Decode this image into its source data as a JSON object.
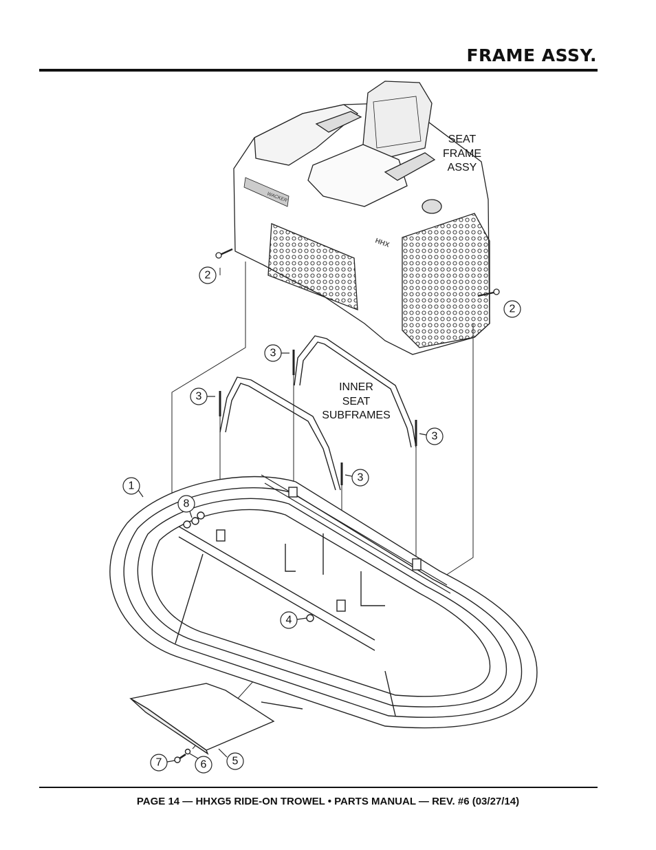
{
  "header": {
    "title": "FRAME ASSY."
  },
  "labels": {
    "seat_frame": [
      "SEAT",
      "FRAME",
      "ASSY"
    ],
    "inner_subframes": [
      "INNER",
      "SEAT",
      "SUBFRAMES"
    ],
    "seat_logo": "WACKER",
    "seat_model": "HHX"
  },
  "callouts": [
    "1",
    "2",
    "2",
    "3",
    "3",
    "3",
    "3",
    "4",
    "5",
    "6",
    "7",
    "8"
  ],
  "footer": {
    "text": "PAGE 14 — HHXG5 RIDE-ON TROWEL • PARTS MANUAL — REV. #6 (03/27/14)"
  }
}
